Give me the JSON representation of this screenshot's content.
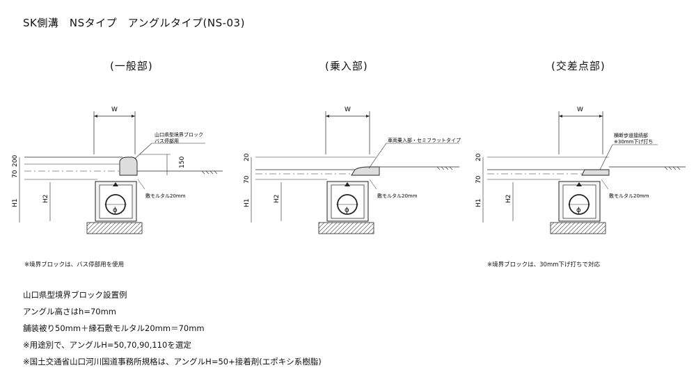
{
  "title": "SK側溝　NSタイプ　アングルタイプ(NS-03)",
  "sections": [
    {
      "title": "(一般部)",
      "callout": [
        "山口県型境界ブロック",
        "バス停部用"
      ],
      "mortar": "敷モルタル20mm",
      "dims": {
        "w": "W",
        "top1": "70",
        "top2": "200",
        "curb": "150",
        "h1": "H1",
        "h2": "H2",
        "phi": "ϕ"
      }
    },
    {
      "title": "(乗入部)",
      "callout": [
        "車両乗入部・セミフラットタイプ"
      ],
      "mortar": "敷モルタル20mm",
      "dims": {
        "w": "W",
        "top1": "70",
        "top2": "20",
        "h1": "H1",
        "h2": "H2",
        "phi": "ϕ"
      }
    },
    {
      "title": "(交差点部)",
      "callout": [
        "横断歩道接続部",
        "※30mm下げ打ち"
      ],
      "mortar": "敷モルタル20mm",
      "dims": {
        "w": "W",
        "top1": "70",
        "top2": "20",
        "h1": "H1",
        "h2": "H2",
        "phi": "ϕ"
      }
    }
  ],
  "notes": {
    "left": "※境界ブロックは、バス停部用を使用",
    "right": "※境界ブロックは、30mm下げ打ちで対応"
  },
  "specs": [
    "山口県型境界ブロック設置例",
    "アングル高さはh=70mm",
    "舗装被り50mm＋縁石敷モルタル20mm＝70mm",
    "※用途別で、アングルH=50,70,90,110を選定",
    "※国土交通省山口河川国道事務所規格は、アングルH=50+接着剤(エポキシ系樹脂)"
  ]
}
